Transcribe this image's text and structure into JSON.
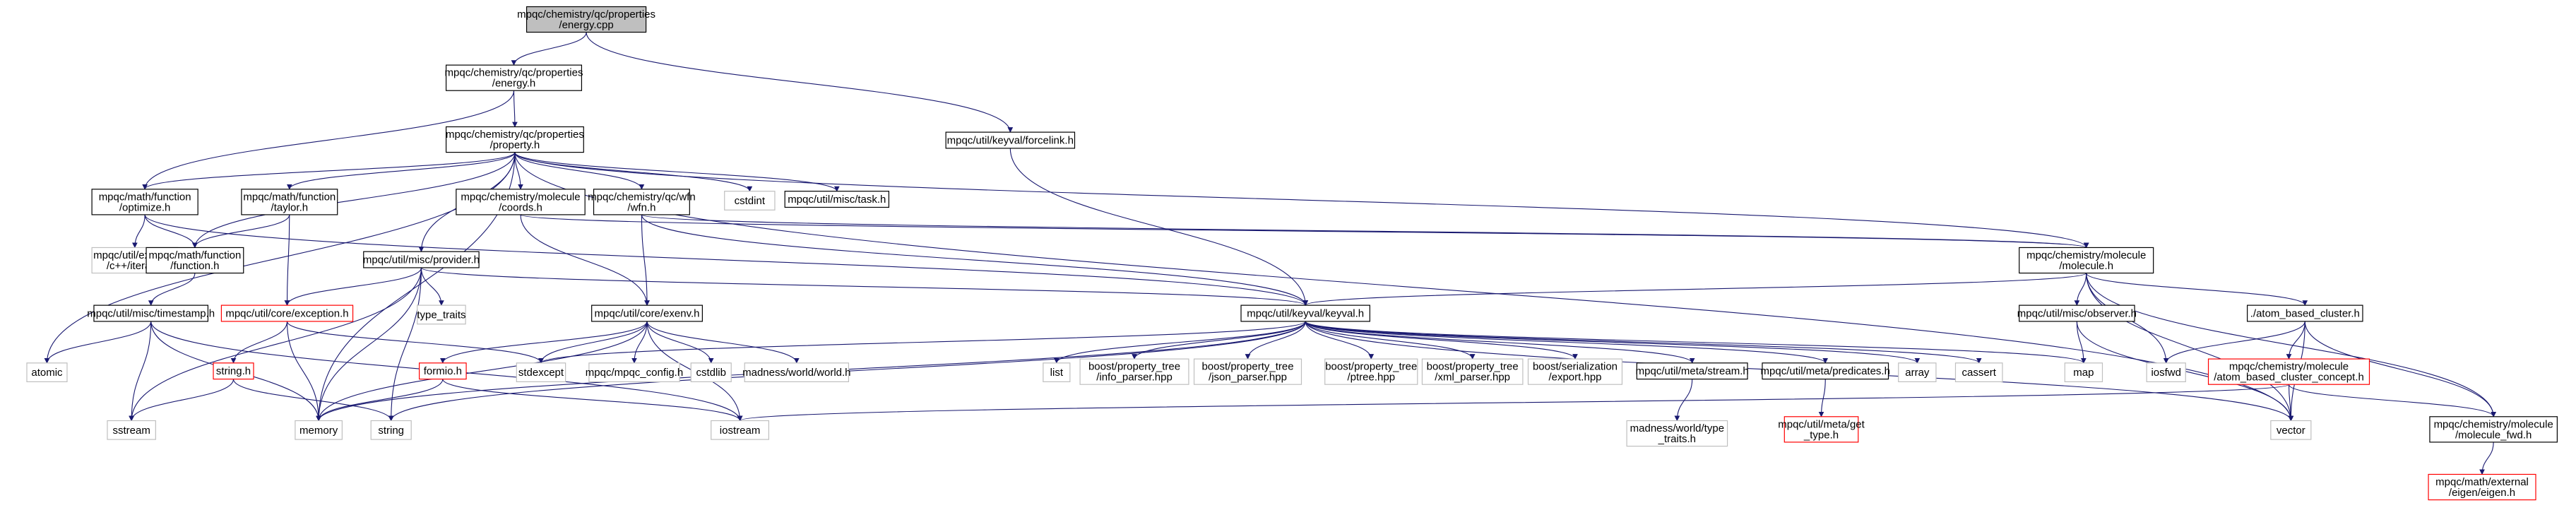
{
  "diagram": {
    "nodes": [
      {
        "id": "n0",
        "label": [
          "mpqc/chemistry/qc/properties",
          "/energy.cpp"
        ],
        "style": "root"
      },
      {
        "id": "n1",
        "label": [
          "mpqc/chemistry/qc/properties",
          "/energy.h"
        ],
        "style": "normal"
      },
      {
        "id": "n2",
        "label": [
          "mpqc/util/keyval/forcelink.h"
        ],
        "style": "normal"
      },
      {
        "id": "n3",
        "label": [
          "mpqc/chemistry/qc/properties",
          "/property.h"
        ],
        "style": "normal"
      },
      {
        "id": "n4",
        "label": [
          "mpqc/math/function",
          "/optimize.h"
        ],
        "style": "normal"
      },
      {
        "id": "n5",
        "label": [
          "mpqc/math/function",
          "/taylor.h"
        ],
        "style": "normal"
      },
      {
        "id": "n6",
        "label": [
          "mpqc/chemistry/molecule",
          "/coords.h"
        ],
        "style": "normal"
      },
      {
        "id": "n7",
        "label": [
          "mpqc/chemistry/qc/wfn",
          "/wfn.h"
        ],
        "style": "normal"
      },
      {
        "id": "n8",
        "label": [
          "cstdint"
        ],
        "style": "system"
      },
      {
        "id": "n9",
        "label": [
          "mpqc/util/misc/task.h"
        ],
        "style": "normal"
      },
      {
        "id": "n10",
        "label": [
          "mpqc/util/external",
          "/c++/iterator"
        ],
        "style": "system"
      },
      {
        "id": "n11",
        "label": [
          "mpqc/math/function",
          "/function.h"
        ],
        "style": "normal"
      },
      {
        "id": "n12",
        "label": [
          "mpqc/util/misc/provider.h"
        ],
        "style": "normal"
      },
      {
        "id": "n13",
        "label": [
          "mpqc/chemistry/molecule",
          "/molecule.h"
        ],
        "style": "normal"
      },
      {
        "id": "n14",
        "label": [
          "mpqc/util/misc/timestamp.h"
        ],
        "style": "normal"
      },
      {
        "id": "n15",
        "label": [
          "mpqc/util/core/exception.h"
        ],
        "style": "missing"
      },
      {
        "id": "n16",
        "label": [
          "type_traits"
        ],
        "style": "system"
      },
      {
        "id": "n17",
        "label": [
          "mpqc/util/core/exenv.h"
        ],
        "style": "normal"
      },
      {
        "id": "n18",
        "label": [
          "mpqc/util/keyval/keyval.h"
        ],
        "style": "normal"
      },
      {
        "id": "n19",
        "label": [
          "mpqc/util/misc/observer.h"
        ],
        "style": "normal"
      },
      {
        "id": "n20",
        "label": [
          "./atom_based_cluster.h"
        ],
        "style": "normal"
      },
      {
        "id": "n21",
        "label": [
          "atomic"
        ],
        "style": "system"
      },
      {
        "id": "n22",
        "label": [
          "string.h"
        ],
        "style": "missing"
      },
      {
        "id": "n23",
        "label": [
          "formio.h"
        ],
        "style": "missing"
      },
      {
        "id": "n24",
        "label": [
          "stdexcept"
        ],
        "style": "system"
      },
      {
        "id": "n25",
        "label": [
          "mpqc/mpqc_config.h"
        ],
        "style": "system"
      },
      {
        "id": "n26",
        "label": [
          "cstdlib"
        ],
        "style": "system"
      },
      {
        "id": "n27",
        "label": [
          "madness/world/world.h"
        ],
        "style": "system"
      },
      {
        "id": "n28",
        "label": [
          "list"
        ],
        "style": "system"
      },
      {
        "id": "n29",
        "label": [
          "boost/property_tree",
          "/info_parser.hpp"
        ],
        "style": "system"
      },
      {
        "id": "n30",
        "label": [
          "boost/property_tree",
          "/json_parser.hpp"
        ],
        "style": "system"
      },
      {
        "id": "n31",
        "label": [
          "boost/property_tree",
          "/ptree.hpp"
        ],
        "style": "system"
      },
      {
        "id": "n32",
        "label": [
          "boost/property_tree",
          "/xml_parser.hpp"
        ],
        "style": "system"
      },
      {
        "id": "n33",
        "label": [
          "boost/serialization",
          "/export.hpp"
        ],
        "style": "system"
      },
      {
        "id": "n34",
        "label": [
          "mpqc/util/meta/stream.h"
        ],
        "style": "normal"
      },
      {
        "id": "n35",
        "label": [
          "mpqc/util/meta/predicates.h"
        ],
        "style": "normal"
      },
      {
        "id": "n36",
        "label": [
          "array"
        ],
        "style": "system"
      },
      {
        "id": "n37",
        "label": [
          "cassert"
        ],
        "style": "system"
      },
      {
        "id": "n38",
        "label": [
          "map"
        ],
        "style": "system"
      },
      {
        "id": "n39",
        "label": [
          "iosfwd"
        ],
        "style": "system"
      },
      {
        "id": "n40",
        "label": [
          "mpqc/chemistry/molecule",
          "/atom_based_cluster_concept.h"
        ],
        "style": "missing"
      },
      {
        "id": "n41",
        "label": [
          "sstream"
        ],
        "style": "system"
      },
      {
        "id": "n42",
        "label": [
          "memory"
        ],
        "style": "system"
      },
      {
        "id": "n43",
        "label": [
          "string"
        ],
        "style": "system"
      },
      {
        "id": "n44",
        "label": [
          "iostream"
        ],
        "style": "system"
      },
      {
        "id": "n45",
        "label": [
          "madness/world/type",
          "_traits.h"
        ],
        "style": "system"
      },
      {
        "id": "n46",
        "label": [
          "mpqc/util/meta/get",
          "_type.h"
        ],
        "style": "missing"
      },
      {
        "id": "n47",
        "label": [
          "vector"
        ],
        "style": "system"
      },
      {
        "id": "n48",
        "label": [
          "mpqc/chemistry/molecule",
          "/molecule_fwd.h"
        ],
        "style": "normal"
      },
      {
        "id": "n49",
        "label": [
          "mpqc/math/external",
          "/eigen/eigen.h"
        ],
        "style": "missing"
      }
    ],
    "edges": [
      [
        "n0",
        "n1"
      ],
      [
        "n0",
        "n2"
      ],
      [
        "n1",
        "n3"
      ],
      [
        "n1",
        "n4"
      ],
      [
        "n2",
        "n18"
      ],
      [
        "n3",
        "n4"
      ],
      [
        "n3",
        "n5"
      ],
      [
        "n3",
        "n6"
      ],
      [
        "n3",
        "n7"
      ],
      [
        "n3",
        "n8"
      ],
      [
        "n3",
        "n9"
      ],
      [
        "n3",
        "n11"
      ],
      [
        "n3",
        "n12"
      ],
      [
        "n3",
        "n13"
      ],
      [
        "n3",
        "n21"
      ],
      [
        "n3",
        "n42"
      ],
      [
        "n3",
        "n47"
      ],
      [
        "n4",
        "n10"
      ],
      [
        "n4",
        "n11"
      ],
      [
        "n4",
        "n18"
      ],
      [
        "n5",
        "n11"
      ],
      [
        "n5",
        "n15"
      ],
      [
        "n6",
        "n17"
      ],
      [
        "n6",
        "n13"
      ],
      [
        "n7",
        "n17"
      ],
      [
        "n7",
        "n18"
      ],
      [
        "n7",
        "n13"
      ],
      [
        "n11",
        "n14"
      ],
      [
        "n12",
        "n15"
      ],
      [
        "n12",
        "n16"
      ],
      [
        "n12",
        "n18"
      ],
      [
        "n12",
        "n42"
      ],
      [
        "n12",
        "n43"
      ],
      [
        "n12",
        "n41"
      ],
      [
        "n13",
        "n18"
      ],
      [
        "n13",
        "n19"
      ],
      [
        "n13",
        "n20"
      ],
      [
        "n13",
        "n39"
      ],
      [
        "n13",
        "n47"
      ],
      [
        "n13",
        "n48"
      ],
      [
        "n14",
        "n21"
      ],
      [
        "n14",
        "n41"
      ],
      [
        "n14",
        "n42"
      ],
      [
        "n14",
        "n44"
      ],
      [
        "n15",
        "n22"
      ],
      [
        "n15",
        "n24"
      ],
      [
        "n15",
        "n42"
      ],
      [
        "n17",
        "n23"
      ],
      [
        "n17",
        "n24"
      ],
      [
        "n17",
        "n25"
      ],
      [
        "n17",
        "n26"
      ],
      [
        "n17",
        "n27"
      ],
      [
        "n17",
        "n42"
      ],
      [
        "n17",
        "n44"
      ],
      [
        "n18",
        "n24"
      ],
      [
        "n18",
        "n28"
      ],
      [
        "n18",
        "n29"
      ],
      [
        "n18",
        "n30"
      ],
      [
        "n18",
        "n31"
      ],
      [
        "n18",
        "n32"
      ],
      [
        "n18",
        "n33"
      ],
      [
        "n18",
        "n34"
      ],
      [
        "n18",
        "n35"
      ],
      [
        "n18",
        "n36"
      ],
      [
        "n18",
        "n37"
      ],
      [
        "n18",
        "n38"
      ],
      [
        "n18",
        "n42"
      ],
      [
        "n18",
        "n43"
      ],
      [
        "n18",
        "n47"
      ],
      [
        "n19",
        "n38"
      ],
      [
        "n19",
        "n47"
      ],
      [
        "n20",
        "n39"
      ],
      [
        "n20",
        "n40"
      ],
      [
        "n20",
        "n47"
      ],
      [
        "n20",
        "n48"
      ],
      [
        "n22",
        "n41"
      ],
      [
        "n22",
        "n43"
      ],
      [
        "n23",
        "n42"
      ],
      [
        "n23",
        "n44"
      ],
      [
        "n34",
        "n45"
      ],
      [
        "n35",
        "n46"
      ],
      [
        "n40",
        "n44"
      ],
      [
        "n40",
        "n47"
      ],
      [
        "n40",
        "n48"
      ],
      [
        "n48",
        "n49"
      ]
    ]
  }
}
